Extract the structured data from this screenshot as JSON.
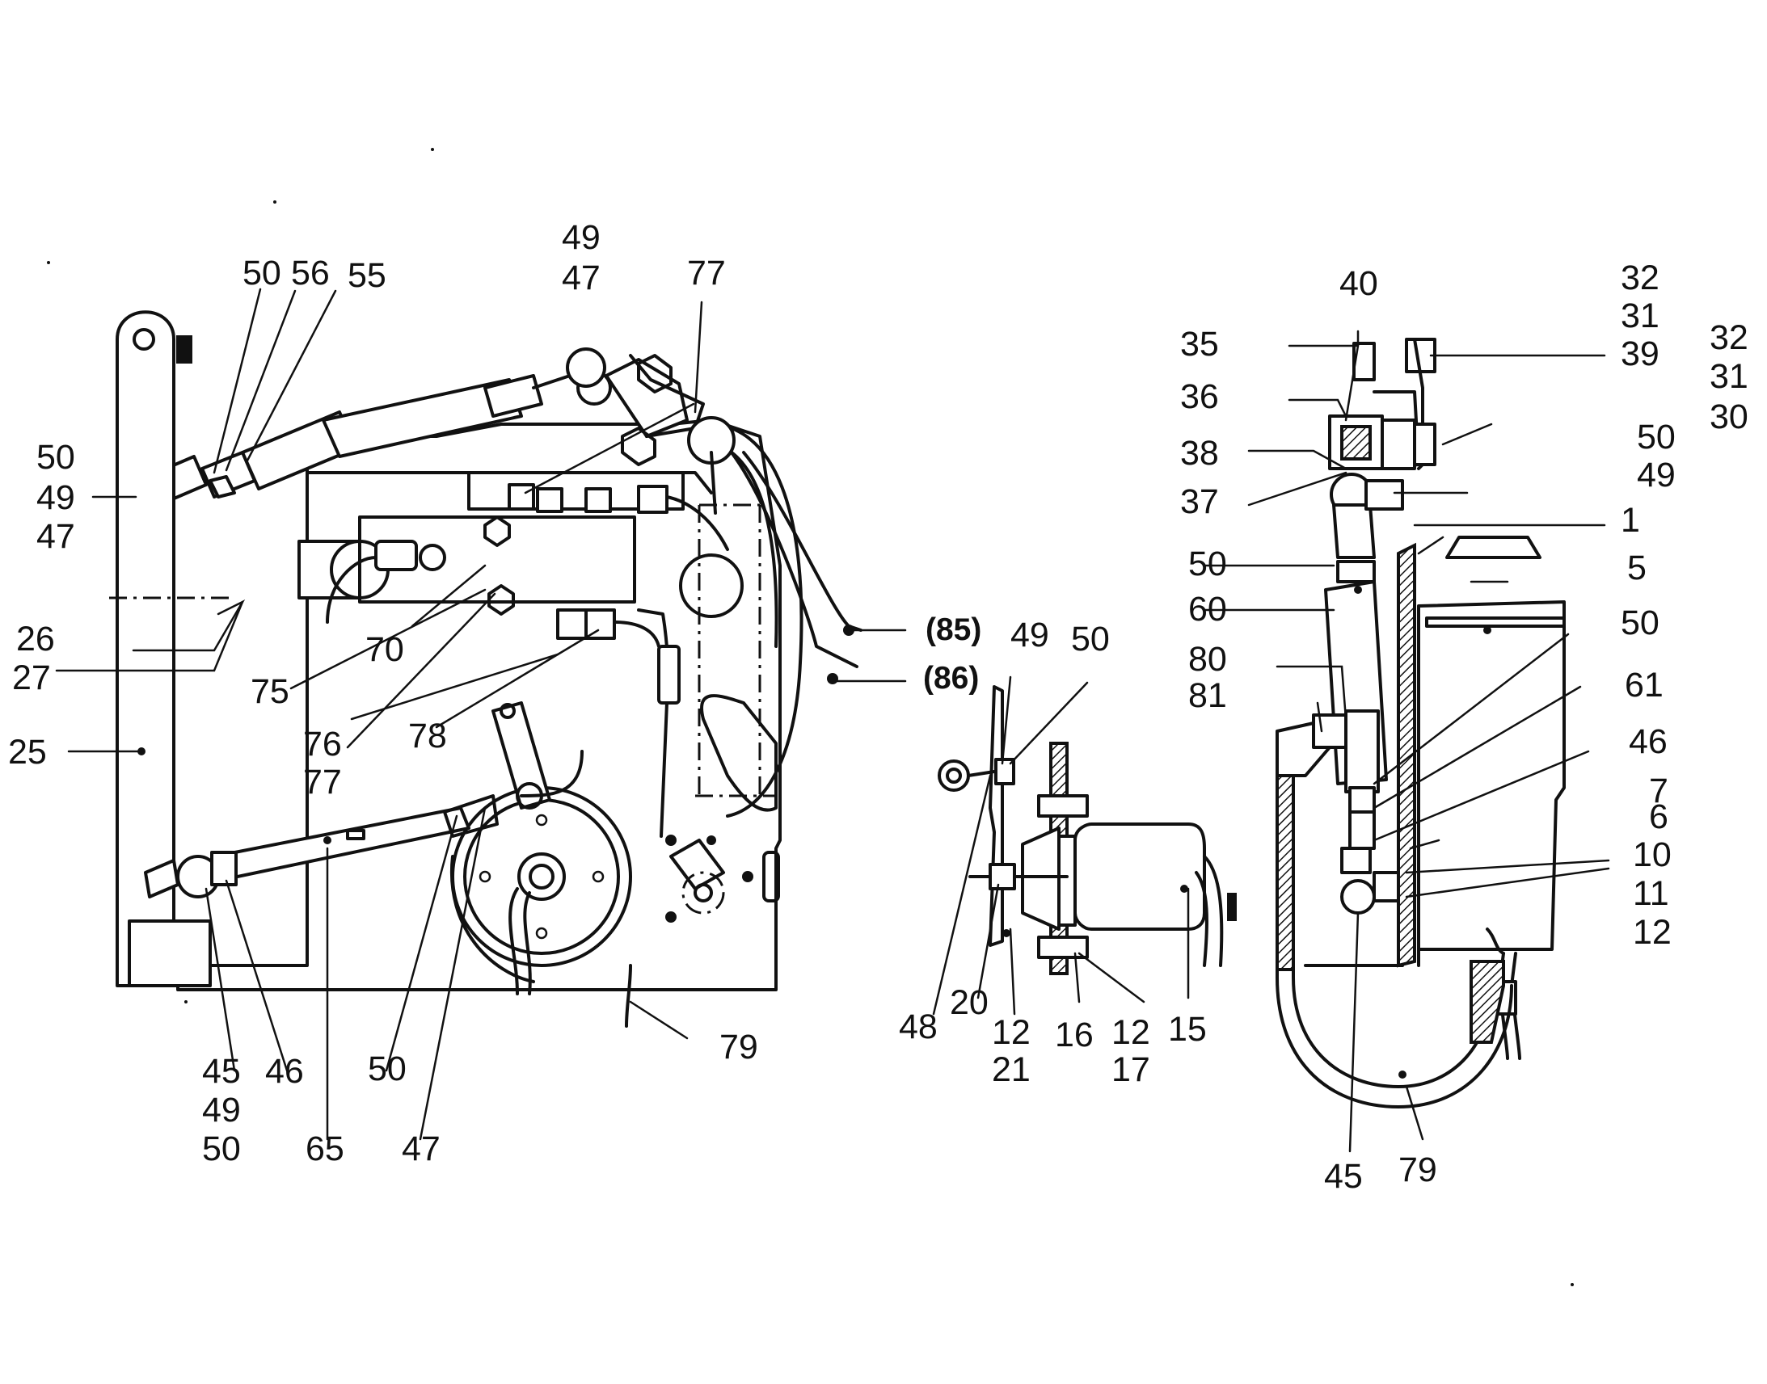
{
  "labels": [
    "50",
    "56",
    "55",
    "49",
    "47",
    "77",
    "50",
    "49",
    "47",
    "26",
    "27",
    "25",
    "70",
    "75",
    "76",
    "77",
    "78",
    "(85)",
    "(86)",
    "45",
    "49",
    "50",
    "46",
    "65",
    "50",
    "47",
    "79",
    "48",
    "49",
    "50",
    "20",
    "12",
    "21",
    "16",
    "12",
    "17",
    "15",
    "40",
    "32",
    "31",
    "39",
    "32",
    "31",
    "35",
    "36",
    "30",
    "50",
    "49",
    "38",
    "37",
    "1",
    "50",
    "5",
    "60",
    "50",
    "80",
    "81",
    "61",
    "46",
    "7",
    "6",
    "10",
    "11",
    "12",
    "45",
    "79"
  ]
}
